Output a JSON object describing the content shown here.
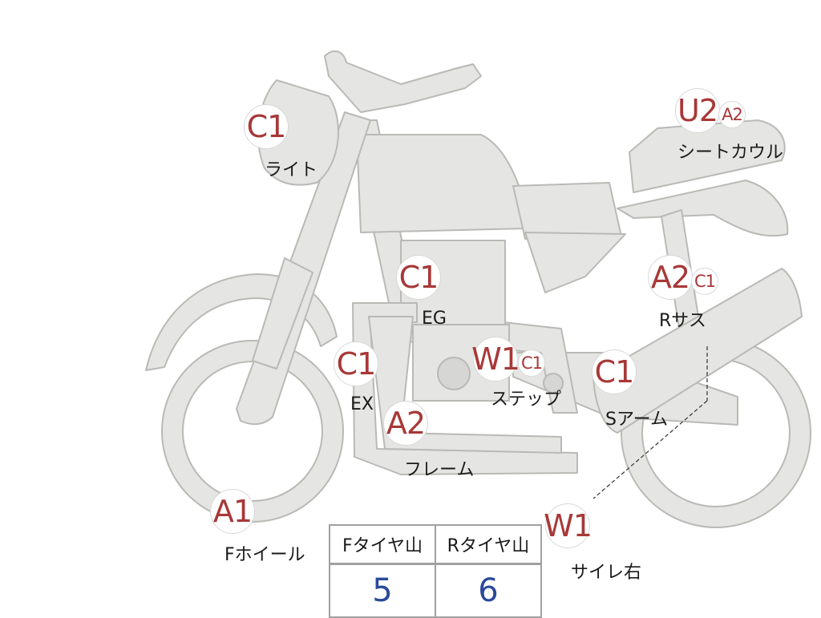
{
  "parts": [
    {
      "id": "light",
      "label": "ライト",
      "grades": [
        "C1"
      ]
    },
    {
      "id": "seat-cowl",
      "label": "シートカウル",
      "grades": [
        "U2",
        "A2"
      ]
    },
    {
      "id": "engine",
      "label": "EG",
      "grades": [
        "C1"
      ]
    },
    {
      "id": "rear-suspension",
      "label": "Rサス",
      "grades": [
        "A2",
        "C1"
      ]
    },
    {
      "id": "exhaust",
      "label": "EX",
      "grades": [
        "C1"
      ]
    },
    {
      "id": "step",
      "label": "ステップ",
      "grades": [
        "W1",
        "C1"
      ]
    },
    {
      "id": "swing-arm",
      "label": "Sアーム",
      "grades": [
        "C1"
      ]
    },
    {
      "id": "frame",
      "label": "フレーム",
      "grades": [
        "A2"
      ]
    },
    {
      "id": "front-wheel",
      "label": "Fホイール",
      "grades": [
        "A1"
      ]
    },
    {
      "id": "muffler-right",
      "label": "サイレ右",
      "grades": [
        "W1"
      ]
    }
  ],
  "tread_table": {
    "headers": [
      "Fタイヤ山",
      "Rタイヤ山"
    ],
    "values": [
      "5",
      "6"
    ]
  },
  "colors": {
    "body_fill": "#e5e5e3",
    "body_stroke": "#b9b9b6",
    "grade_text": "#a83838",
    "value_text": "#2a4a9a"
  }
}
